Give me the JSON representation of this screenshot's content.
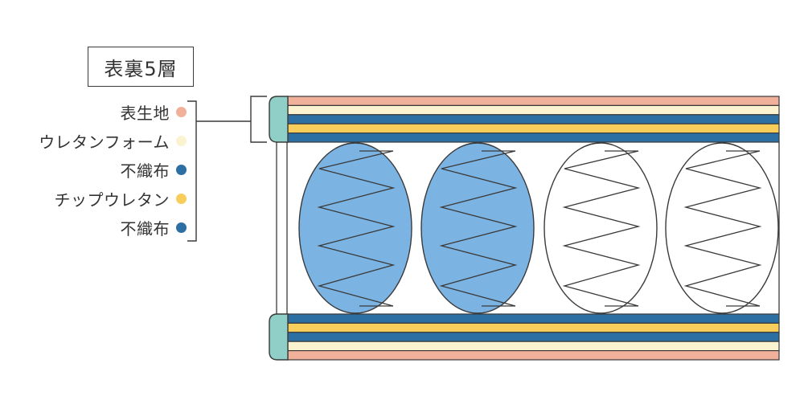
{
  "title": "表裏5層",
  "legend": [
    {
      "label": "表生地",
      "color": "#f1b09a"
    },
    {
      "label": "ウレタンフォーム",
      "color": "#fbf3cf"
    },
    {
      "label": "不織布",
      "color": "#2b6fa3"
    },
    {
      "label": "チップウレタン",
      "color": "#f7cd5b"
    },
    {
      "label": "不織布",
      "color": "#2b6fa3"
    }
  ],
  "colors": {
    "line": "#3a3a3a",
    "edge_cap": "#8fcfc8",
    "spring_fill_highlight": "#7bb3e3",
    "spring_fill_plain": "#ffffff"
  },
  "springs": [
    {
      "highlighted": true
    },
    {
      "highlighted": true
    },
    {
      "highlighted": false
    },
    {
      "highlighted": false
    }
  ]
}
